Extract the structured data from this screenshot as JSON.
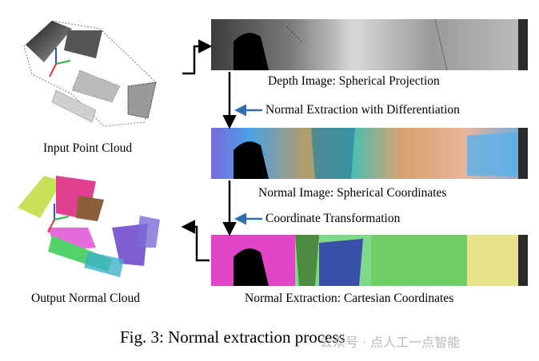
{
  "labels": {
    "input": "Input Point Cloud",
    "output": "Output Normal Cloud",
    "depth": "Depth Image: Spherical Projection",
    "step1": "Normal Extraction with Differentiation",
    "normal_sph": "Normal Image: Spherical Coordinates",
    "step2": "Coordinate Transformation",
    "normal_cart": "Normal Extraction: Cartesian Coordinates"
  },
  "caption": "Fig. 3: Normal extraction process",
  "watermark": "公众号 · 点人工一点智能",
  "colors": {
    "arrow_black": "#000000",
    "arrow_blue": "#2f6fb0"
  }
}
